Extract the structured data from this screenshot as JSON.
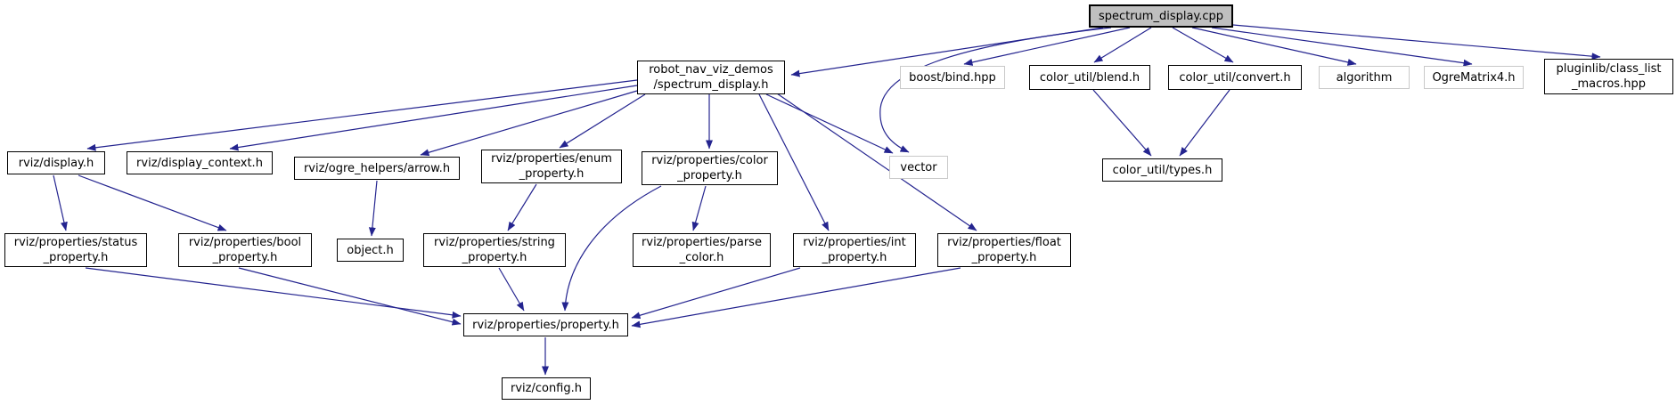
{
  "diagram": {
    "type": "include-dependency-graph",
    "title": "spectrum_display.cpp include graph",
    "colors": {
      "edge": "#24248f",
      "node_border": "#000000",
      "external_node_border": "#c9c9c9",
      "current_node_fill": "#bfbfbf",
      "background": "#ffffff"
    },
    "nodes": {
      "spectrum_cpp": {
        "label": "spectrum_display.cpp"
      },
      "spectrum_h": {
        "line1": "robot_nav_viz_demos",
        "line2": "/spectrum_display.h"
      },
      "boost_bind": {
        "label": "boost/bind.hpp"
      },
      "blend": {
        "label": "color_util/blend.h"
      },
      "convert": {
        "label": "color_util/convert.h"
      },
      "algorithm": {
        "label": "algorithm"
      },
      "ogrematrix4": {
        "label": "OgreMatrix4.h"
      },
      "pluginlib": {
        "line1": "pluginlib/class_list",
        "line2": "_macros.hpp"
      },
      "display_h": {
        "label": "rviz/display.h"
      },
      "display_context": {
        "label": "rviz/display_context.h"
      },
      "arrow_h": {
        "label": "rviz/ogre_helpers/arrow.h"
      },
      "enum_property": {
        "line1": "rviz/properties/enum",
        "line2": "_property.h"
      },
      "color_property": {
        "line1": "rviz/properties/color",
        "line2": "_property.h"
      },
      "vector": {
        "label": "vector"
      },
      "types_h": {
        "label": "color_util/types.h"
      },
      "status_property": {
        "line1": "rviz/properties/status",
        "line2": "_property.h"
      },
      "bool_property": {
        "line1": "rviz/properties/bool",
        "line2": "_property.h"
      },
      "object_h": {
        "label": "object.h"
      },
      "string_property": {
        "line1": "rviz/properties/string",
        "line2": "_property.h"
      },
      "parse_color": {
        "line1": "rviz/properties/parse",
        "line2": "_color.h"
      },
      "int_property": {
        "line1": "rviz/properties/int",
        "line2": "_property.h"
      },
      "float_property": {
        "line1": "rviz/properties/float",
        "line2": "_property.h"
      },
      "property_h": {
        "label": "rviz/properties/property.h"
      },
      "config_h": {
        "label": "rviz/config.h"
      }
    },
    "edges": [
      {
        "from": "spectrum_cpp",
        "to": "spectrum_h"
      },
      {
        "from": "spectrum_cpp",
        "to": "boost_bind"
      },
      {
        "from": "spectrum_cpp",
        "to": "blend"
      },
      {
        "from": "spectrum_cpp",
        "to": "convert"
      },
      {
        "from": "spectrum_cpp",
        "to": "algorithm"
      },
      {
        "from": "spectrum_cpp",
        "to": "ogrematrix4"
      },
      {
        "from": "spectrum_cpp",
        "to": "pluginlib"
      },
      {
        "from": "spectrum_cpp",
        "to": "vector"
      },
      {
        "from": "spectrum_h",
        "to": "display_h"
      },
      {
        "from": "spectrum_h",
        "to": "display_context"
      },
      {
        "from": "spectrum_h",
        "to": "arrow_h"
      },
      {
        "from": "spectrum_h",
        "to": "enum_property"
      },
      {
        "from": "spectrum_h",
        "to": "color_property"
      },
      {
        "from": "spectrum_h",
        "to": "vector"
      },
      {
        "from": "spectrum_h",
        "to": "int_property"
      },
      {
        "from": "spectrum_h",
        "to": "float_property"
      },
      {
        "from": "blend",
        "to": "types_h"
      },
      {
        "from": "convert",
        "to": "types_h"
      },
      {
        "from": "display_h",
        "to": "status_property"
      },
      {
        "from": "display_h",
        "to": "bool_property"
      },
      {
        "from": "arrow_h",
        "to": "object_h"
      },
      {
        "from": "enum_property",
        "to": "string_property"
      },
      {
        "from": "color_property",
        "to": "parse_color"
      },
      {
        "from": "color_property",
        "to": "property_h"
      },
      {
        "from": "status_property",
        "to": "property_h"
      },
      {
        "from": "bool_property",
        "to": "property_h"
      },
      {
        "from": "string_property",
        "to": "property_h"
      },
      {
        "from": "int_property",
        "to": "property_h"
      },
      {
        "from": "float_property",
        "to": "property_h"
      },
      {
        "from": "property_h",
        "to": "config_h"
      }
    ]
  }
}
